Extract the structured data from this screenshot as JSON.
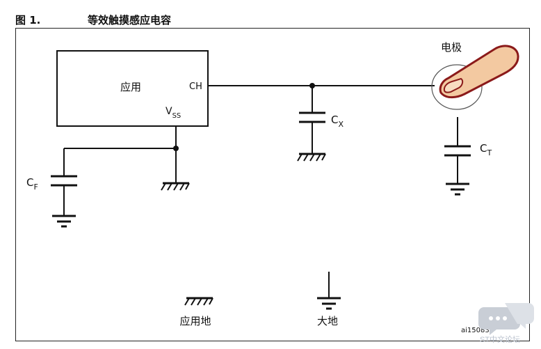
{
  "header": {
    "figure_label": "图 1.",
    "title": "等效触摸感应电容"
  },
  "labels": {
    "app_block": "应用",
    "ch": "CH",
    "vss_main": "V",
    "vss_sub": "SS",
    "cx_main": "C",
    "cx_sub": "X",
    "cf_main": "C",
    "cf_sub": "F",
    "ct_main": "C",
    "ct_sub": "T",
    "electrode": "电极"
  },
  "legend": {
    "app_ground": "应用地",
    "earth": "大地"
  },
  "footer": {
    "figure_id": "ai15083"
  },
  "watermark": {
    "text": "ST中文论坛"
  },
  "colors": {
    "line": "#111111",
    "finger_fill": "#f3c9a1",
    "finger_stroke": "#8b1a1a"
  }
}
